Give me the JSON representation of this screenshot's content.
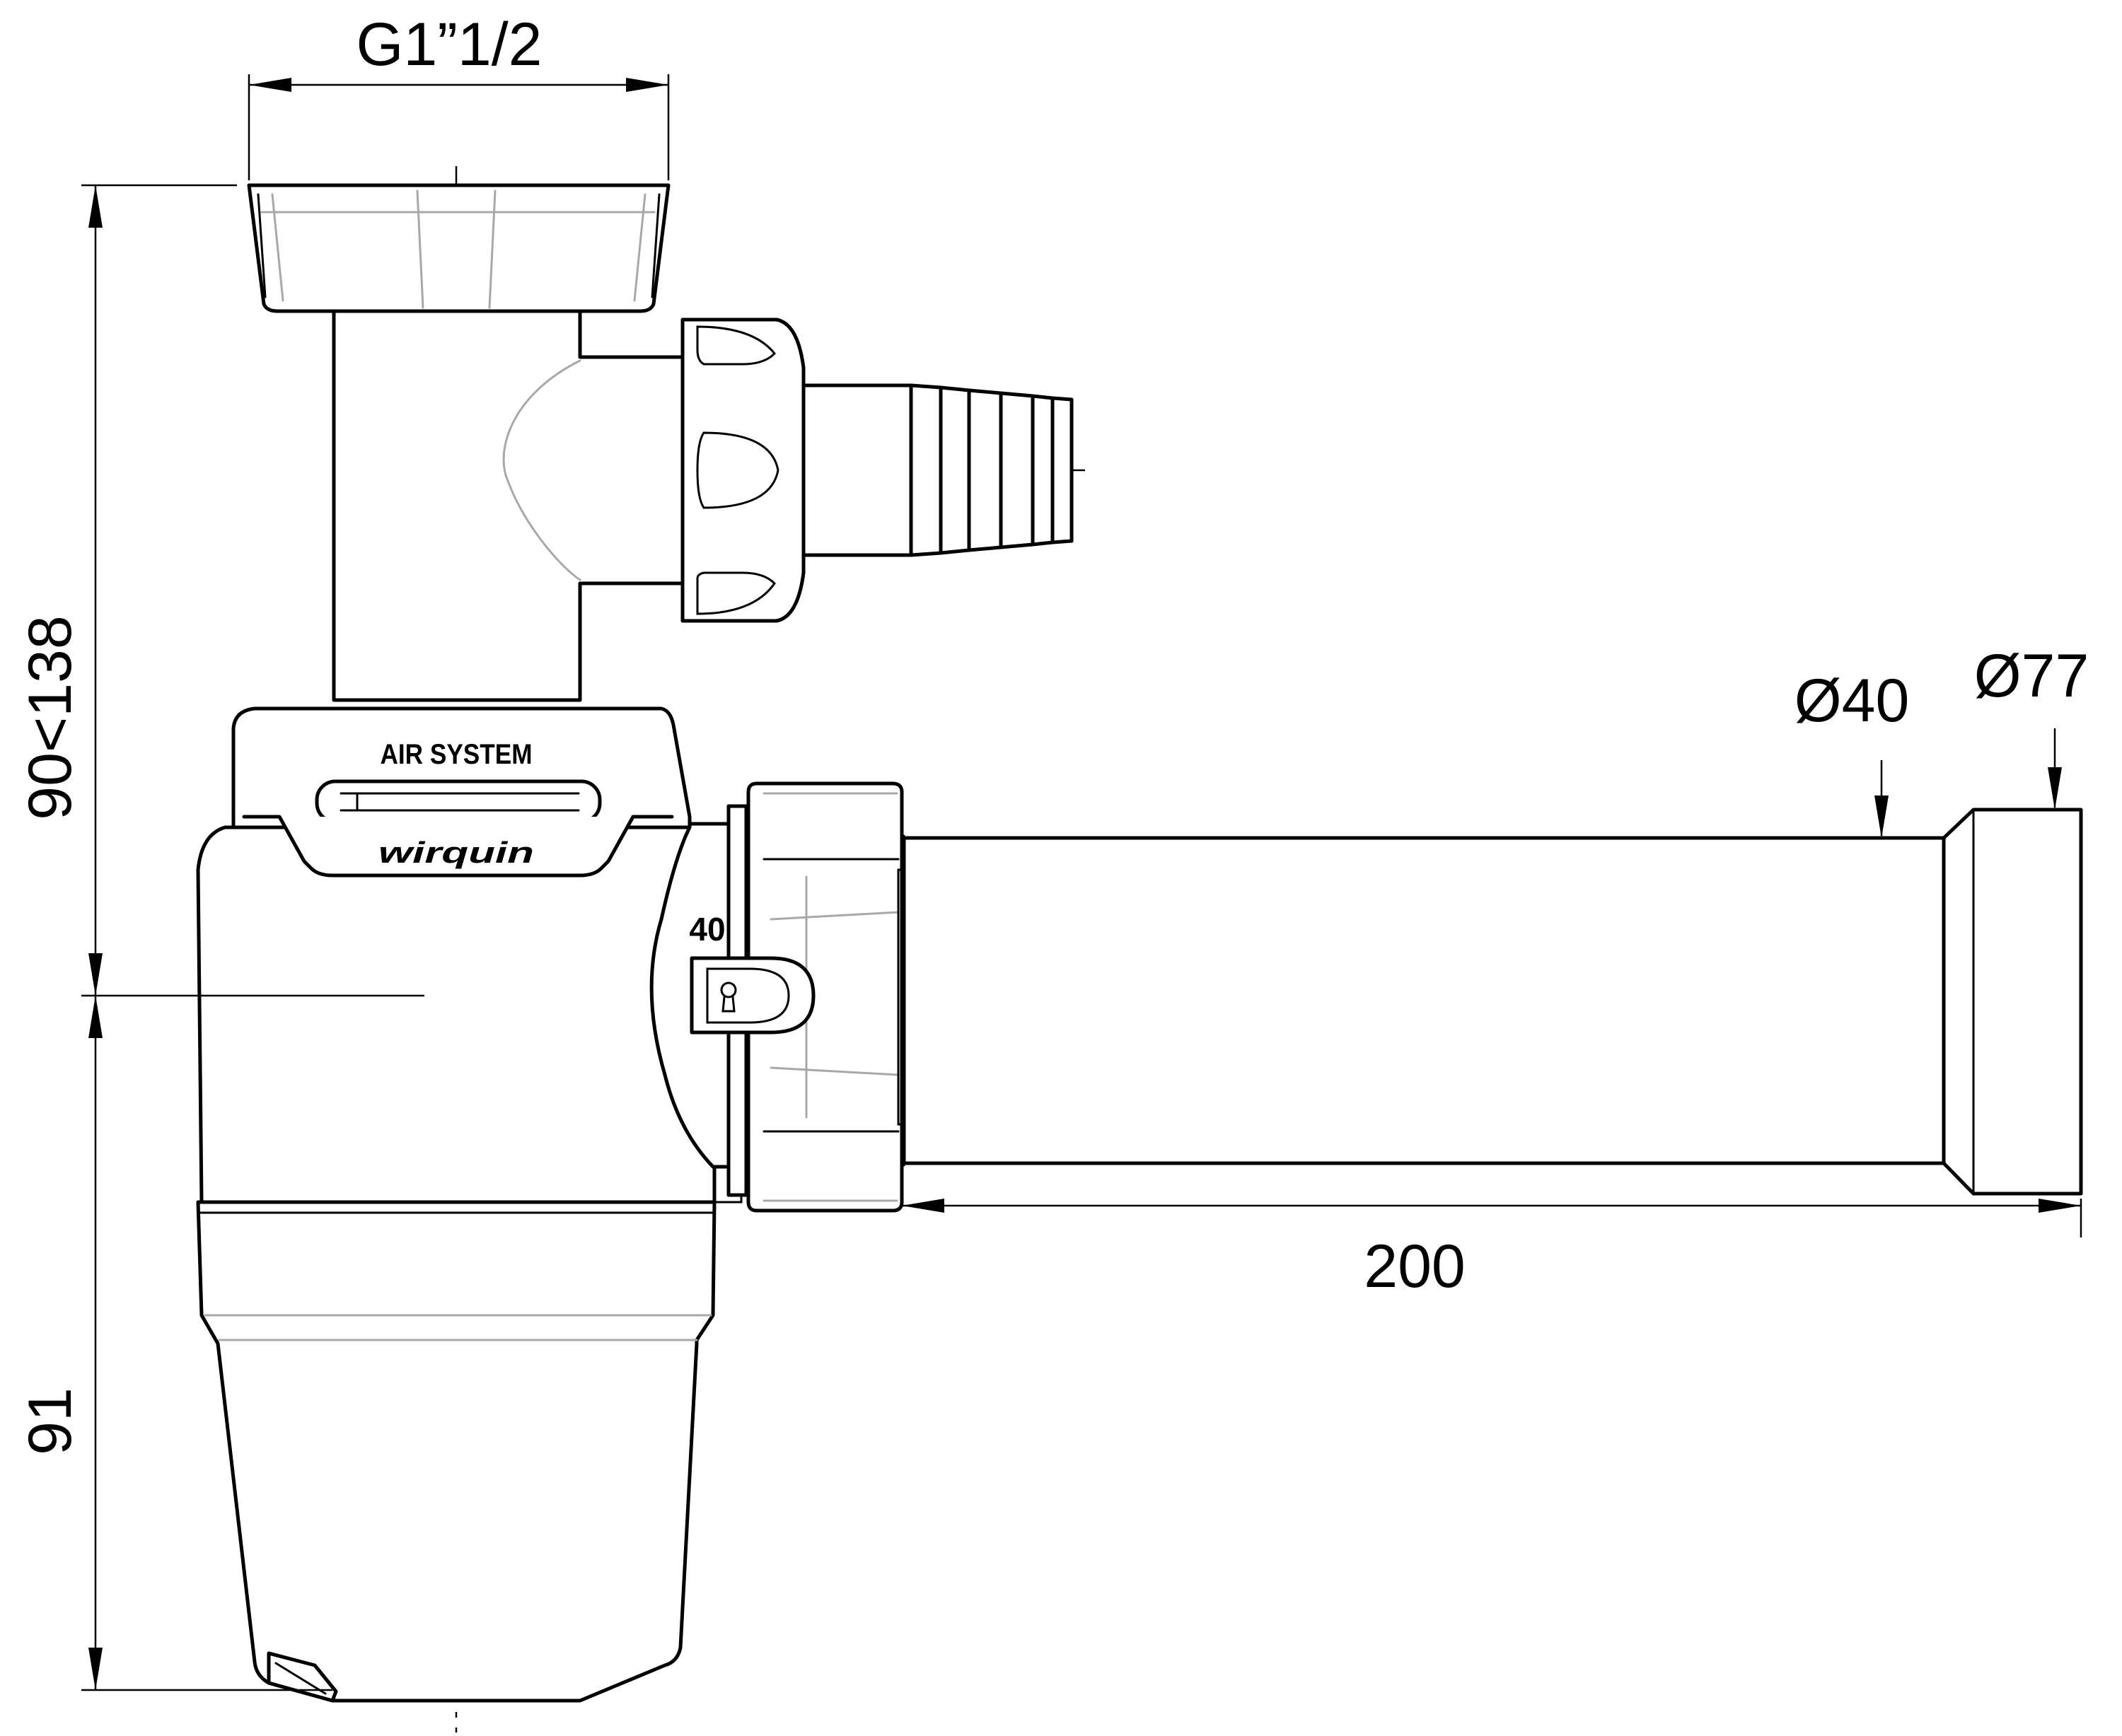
{
  "dimensions": {
    "thread_size": "G1”1/2",
    "height_adjustable": "90<138",
    "bottom_height": "91",
    "outlet_length": "200",
    "outlet_diameter": "Ø40",
    "flange_diameter": "Ø77"
  },
  "markings": {
    "vent_label": "AIR SYSTEM",
    "brand": "wirquin",
    "nut_size": "40"
  },
  "colors": {
    "line": "#000000",
    "hidden_line": "#a8a8a8",
    "background": "#ffffff"
  }
}
